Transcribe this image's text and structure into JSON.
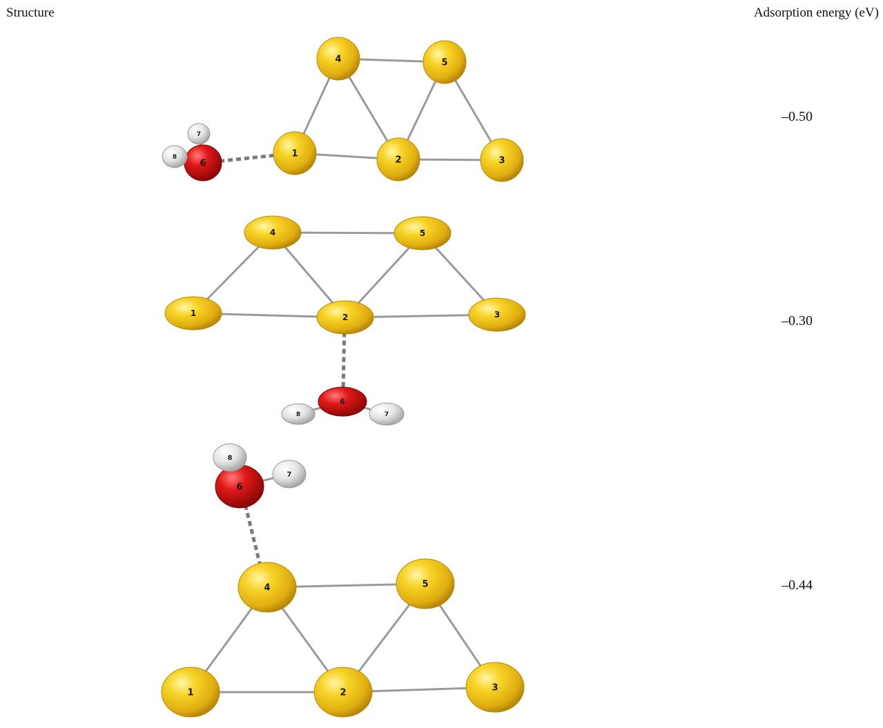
{
  "table": {
    "header_structure": "Structure",
    "header_energy": "Adsorption energy (eV)"
  },
  "colors": {
    "gold_atom": "#f2c619",
    "oxygen_atom": "#d11414",
    "hydrogen_atom": "#e6e6e6",
    "bond": "#9a9a9a",
    "hydrogen_bond_dash": "#7a7a7a"
  },
  "rows": [
    {
      "energy": "–0.50",
      "atoms": [
        {
          "label": "1",
          "element": "Au"
        },
        {
          "label": "2",
          "element": "Au"
        },
        {
          "label": "3",
          "element": "Au"
        },
        {
          "label": "4",
          "element": "Au"
        },
        {
          "label": "5",
          "element": "Au"
        },
        {
          "label": "6",
          "element": "O"
        },
        {
          "label": "7",
          "element": "H"
        },
        {
          "label": "8",
          "element": "H"
        }
      ]
    },
    {
      "energy": "–0.30",
      "atoms": [
        {
          "label": "1",
          "element": "Au"
        },
        {
          "label": "2",
          "element": "Au"
        },
        {
          "label": "3",
          "element": "Au"
        },
        {
          "label": "4",
          "element": "Au"
        },
        {
          "label": "5",
          "element": "Au"
        },
        {
          "label": "6",
          "element": "O"
        },
        {
          "label": "7",
          "element": "H"
        },
        {
          "label": "8",
          "element": "H"
        }
      ]
    },
    {
      "energy": "–0.44",
      "atoms": [
        {
          "label": "1",
          "element": "Au"
        },
        {
          "label": "2",
          "element": "Au"
        },
        {
          "label": "3",
          "element": "Au"
        },
        {
          "label": "4",
          "element": "Au"
        },
        {
          "label": "5",
          "element": "Au"
        },
        {
          "label": "6",
          "element": "O"
        },
        {
          "label": "7",
          "element": "H"
        },
        {
          "label": "8",
          "element": "H"
        }
      ]
    }
  ]
}
